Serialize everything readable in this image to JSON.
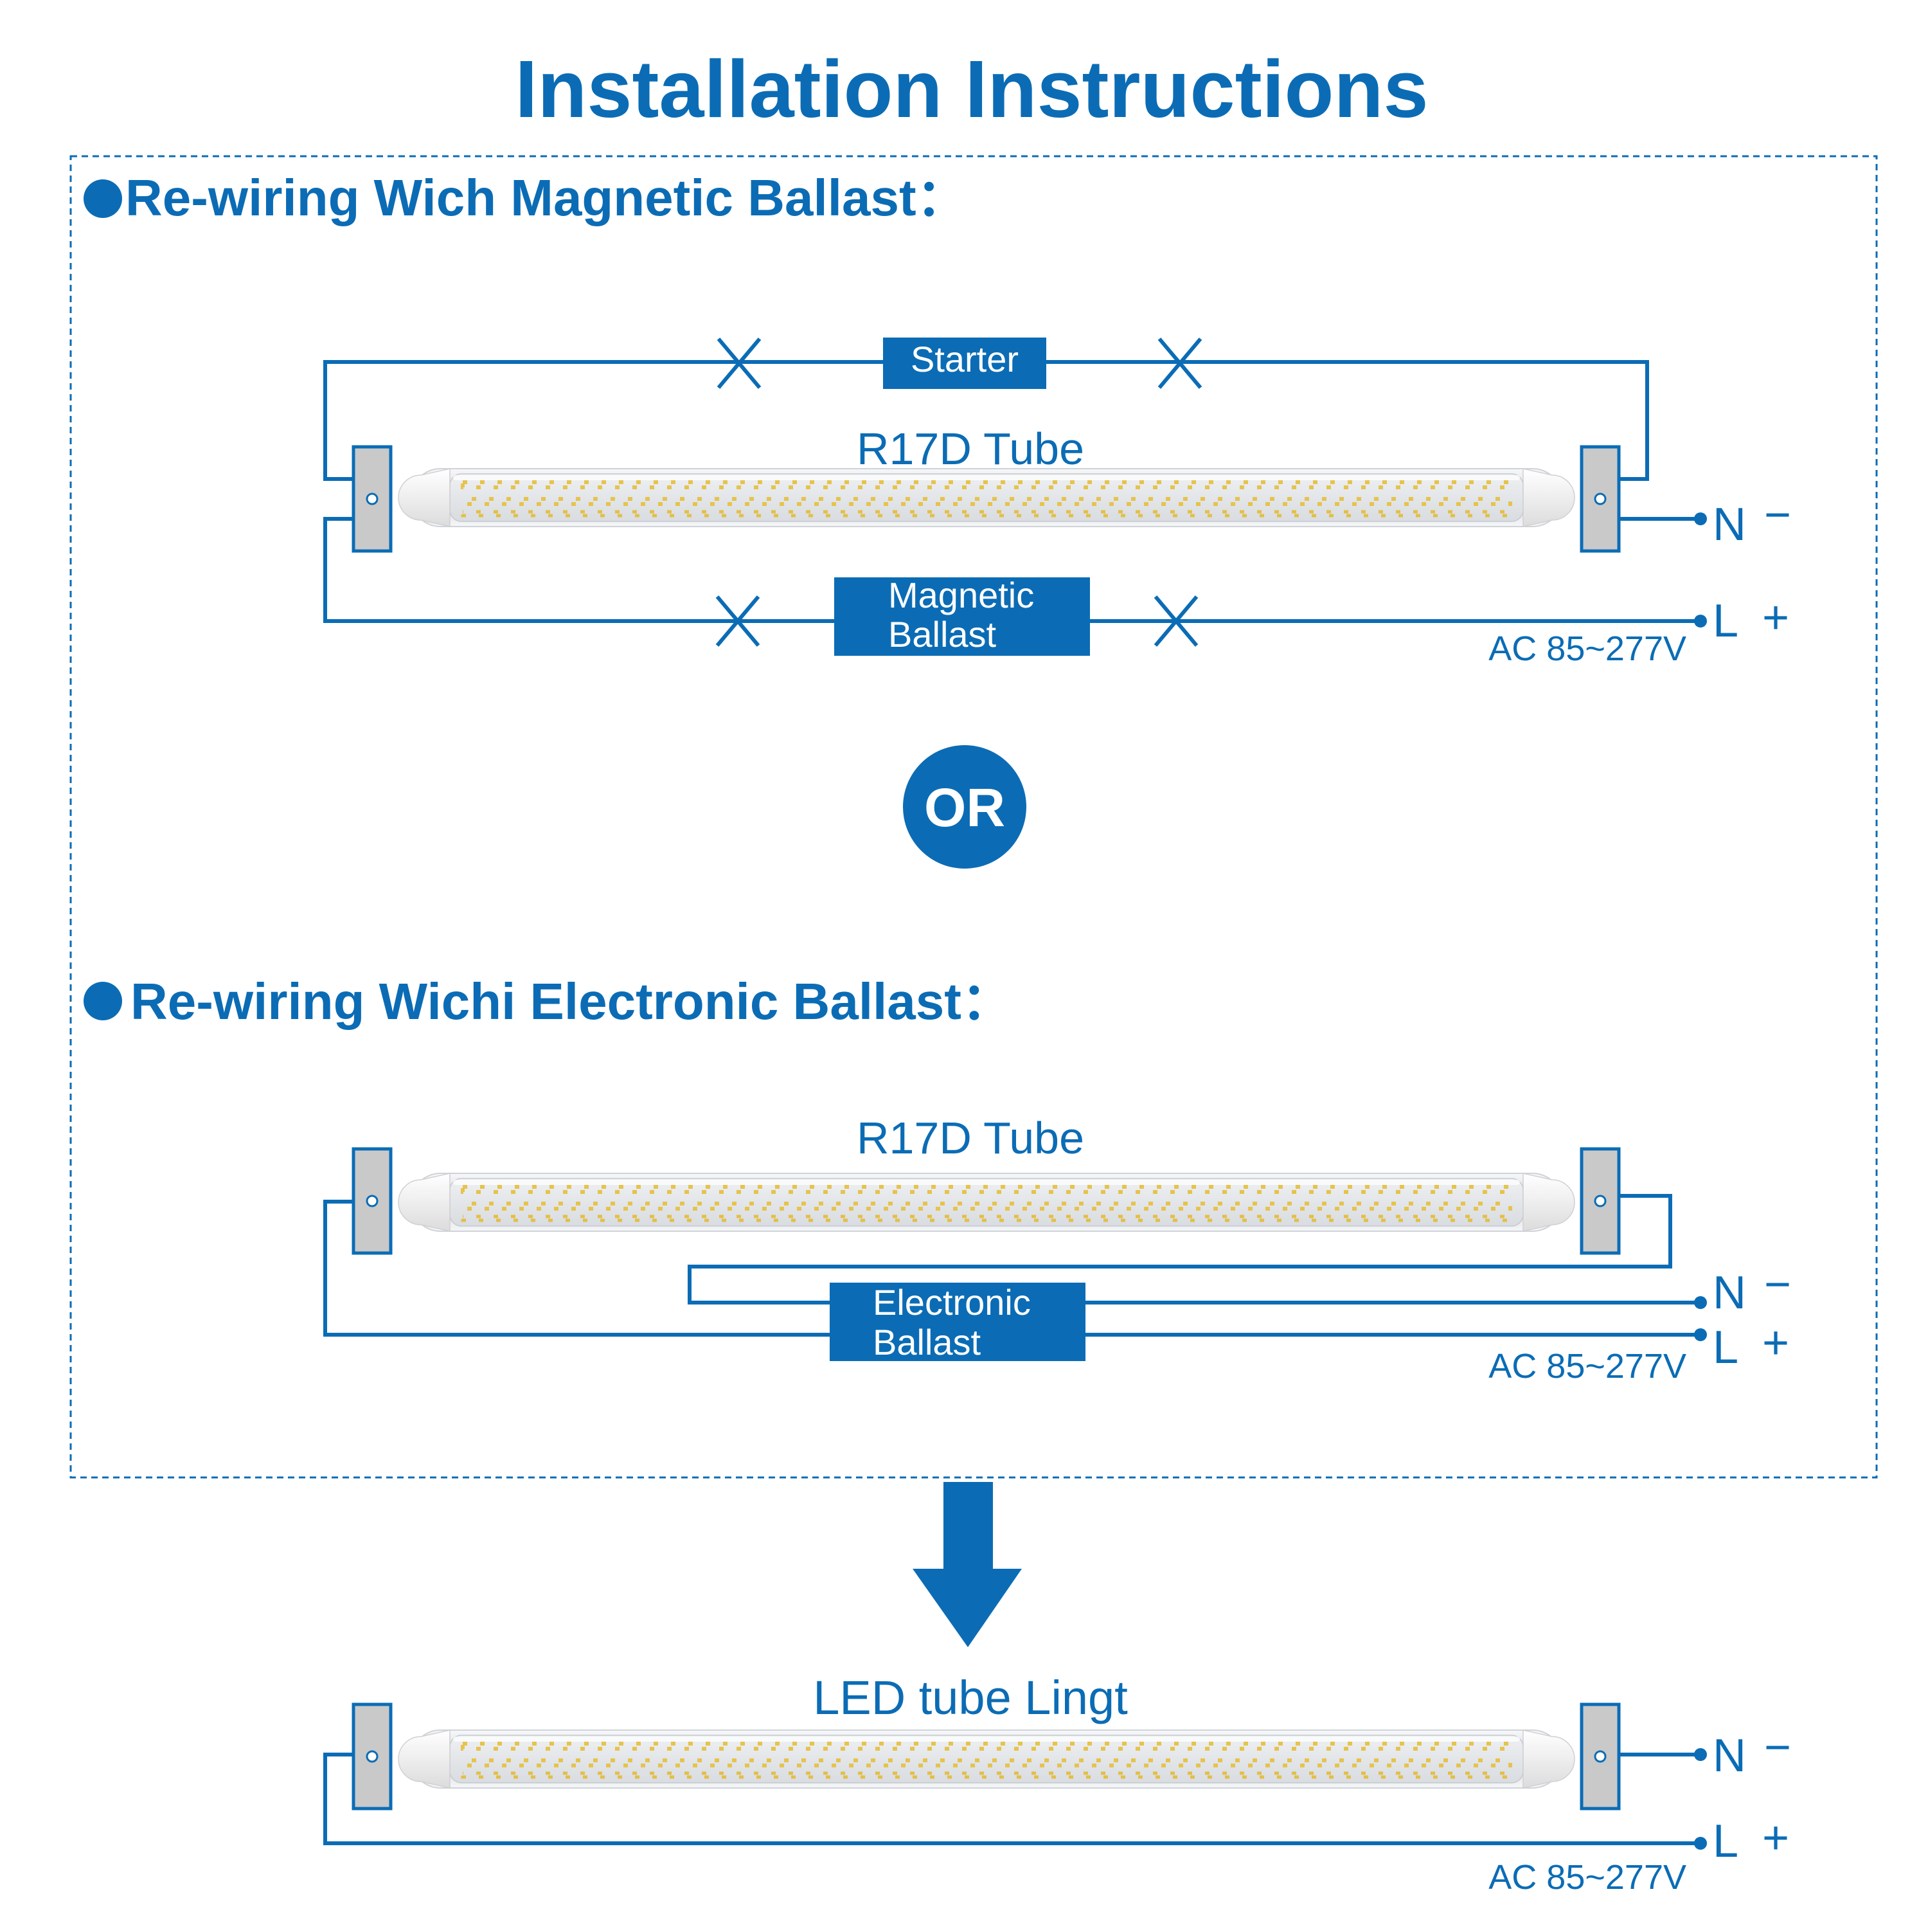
{
  "title": "Installation Instructions",
  "section_magnetic": {
    "heading": "Re-wiring Wich Magnetic Ballast：",
    "tube_label": "R17D Tube",
    "starter_label": "Starter",
    "ballast_line1": "Magnetic",
    "ballast_line2": "Ballast",
    "cross_mark": "X"
  },
  "or_label": "OR",
  "section_electronic": {
    "heading": "Re-wiring Wichi Electronic Ballast：",
    "tube_label": "R17D Tube",
    "ballast_line1": "Electronic",
    "ballast_line2": "Ballast"
  },
  "result": {
    "tube_label": "LED tube Lingt"
  },
  "power": {
    "neutral": "N",
    "neutral_sign": "−",
    "live": "L",
    "live_sign": "+",
    "voltage": "AC 85~277V"
  },
  "colors": {
    "brand_blue": "#0b6cb5",
    "socket_gray": "#c9c9c9",
    "led_yellow": "#e6c34c"
  },
  "icons": {
    "bullet": "bullet-dot-icon",
    "arrow": "down-arrow-icon",
    "remove": "cross-mark-icon"
  }
}
